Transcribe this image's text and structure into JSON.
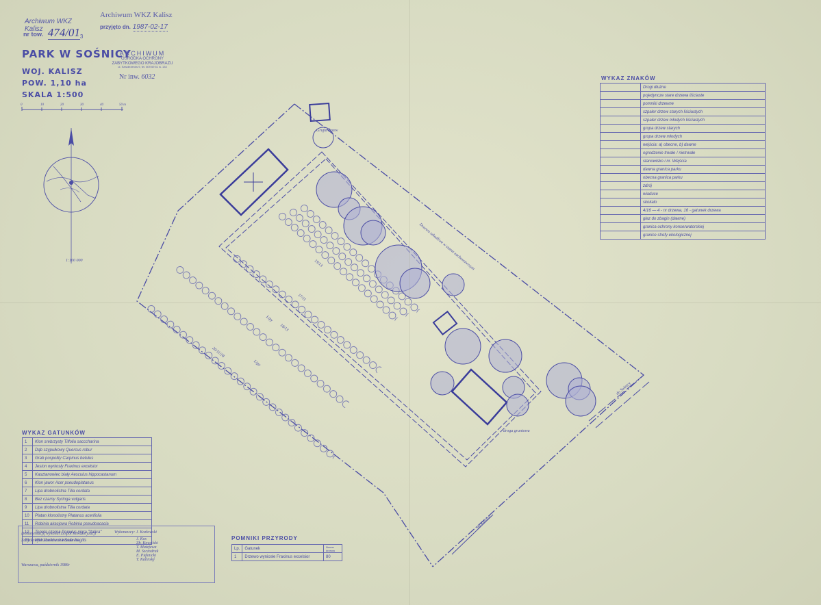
{
  "stamp": {
    "archive_label": "Archiwum WKZ Kalisz",
    "nr_label": "nr tow.",
    "nr_value": "474/01",
    "nr_sub": "3",
    "archive_label2": "Archiwum WKZ Kalisz",
    "przyjeto_label": "przyjęto dn.",
    "przyjeto_value": "1987-02-17"
  },
  "title_block": {
    "title": "PARK W SOŚNICY",
    "voivodeship": "WOJ. KALISZ",
    "area": "POW. 1,10 ha",
    "scale": "SKALA 1:500",
    "scale_ticks": [
      "0",
      "10",
      "20",
      "30",
      "40",
      "50 m"
    ]
  },
  "archive_stamp": {
    "line1": "ARCHIWUM",
    "line2": "OŚRODKA OCHRONY",
    "line3": "ZABYTKOWEGO KRAJOBRAZU",
    "line4": "ul. Szwoleżerów 9, tel. 609 69 61 w. 134",
    "inv_label": "Nr inw.",
    "inv_value": "6032"
  },
  "locator": {
    "scale_note": "1:100 000"
  },
  "legend_znakow": {
    "title": "WYKAZ ZNAKÓW",
    "rows": [
      "Drogi dłużne",
      "pojedyncze stare drzewa liściaste",
      "pomniki drzewne",
      "szpaler drzew starych liściastych",
      "szpaler drzew młodych liściastych",
      "grupa drzew starych",
      "grupa drzew młodych",
      "wejścia: a) obecne, b) dawne",
      "ogrodzenie trwałe / nietrwałe",
      "stanowisko i nr. Wejścia",
      "dawna granica parku",
      "obecna granica parku",
      "zdrój",
      "wiaduce",
      "skokalo",
      "4/16 — 4 - nr drzewa, 16 - gatunek drzewa",
      "głaz do zbagin (dawne)",
      "granica ochrony konserwatorskiej",
      "granice strefy ekologicznej"
    ]
  },
  "gatunki": {
    "title": "WYKAZ GATUNKÓW",
    "rows": [
      {
        "n": "1",
        "text": "Klon srebrzysty  Tilfolia  sacccharina"
      },
      {
        "n": "2",
        "text": "Dąb szypułkowy  Quercus robur"
      },
      {
        "n": "3",
        "text": "Grab pospolity  Carpinus betulus"
      },
      {
        "n": "4",
        "text": "Jesion wyniosły  Fraxinus excelsior"
      },
      {
        "n": "5",
        "text": "Kasztanowiec biały  Aesculus hippocastanum"
      },
      {
        "n": "6",
        "text": "Klon jawor  Acer pseudoplatanus"
      },
      {
        "n": "7",
        "text": "Lipa drobnolistna  Tilia cordata"
      },
      {
        "n": "8",
        "text": "Bez czarny  Syringa vulgaris"
      },
      {
        "n": "9",
        "text": "Lipa drobnolistna  Tilia cordata"
      },
      {
        "n": "10",
        "text": "Platan klonolistny  Platanus acerifolia"
      },
      {
        "n": "11",
        "text": "Robinia akacjowa  Robinia pseudoacacia"
      },
      {
        "n": "12",
        "text": "Topola czarna  Populus nigra \"Italica\""
      },
      {
        "n": "13",
        "text": "Wierzba krucha  Salix fragilis"
      }
    ]
  },
  "credits": {
    "left_line1": "Dokumentację wykonał Zespół Rewaloryzacji",
    "left_line2": "Zabytkowych Parków w Warszawie",
    "date": "Warszawa, październik 1986r",
    "right_title": "Wykonawcy: J. Kozłowski",
    "names": [
      "J. Kos",
      "Zb. Kowalski",
      "T. Matejewa",
      "M. Szczodrak",
      "E. Pięknicki",
      "T. Kalinský"
    ]
  },
  "pomniki": {
    "title": "POMNIKI PRZYRODY",
    "header": [
      "Lp.",
      "Gatunek",
      "Numer drzewa"
    ],
    "row": [
      "1",
      "Drzewo wyniosłe Fraxinus excelsior",
      "80"
    ]
  },
  "map_labels": {
    "alley1": "Lipy",
    "alley2": "Lipy",
    "tree_note": "Drzewo szkodliwe w stanie zachowawczym",
    "road_label": "droga gruntowa",
    "road2": "do Sośnicy",
    "road3": "do Kalisza",
    "grove": "Grupa drzew",
    "n_17": "17/11",
    "n_18": "18/13",
    "n_19": "19/13",
    "n_20": "20/11/18"
  }
}
